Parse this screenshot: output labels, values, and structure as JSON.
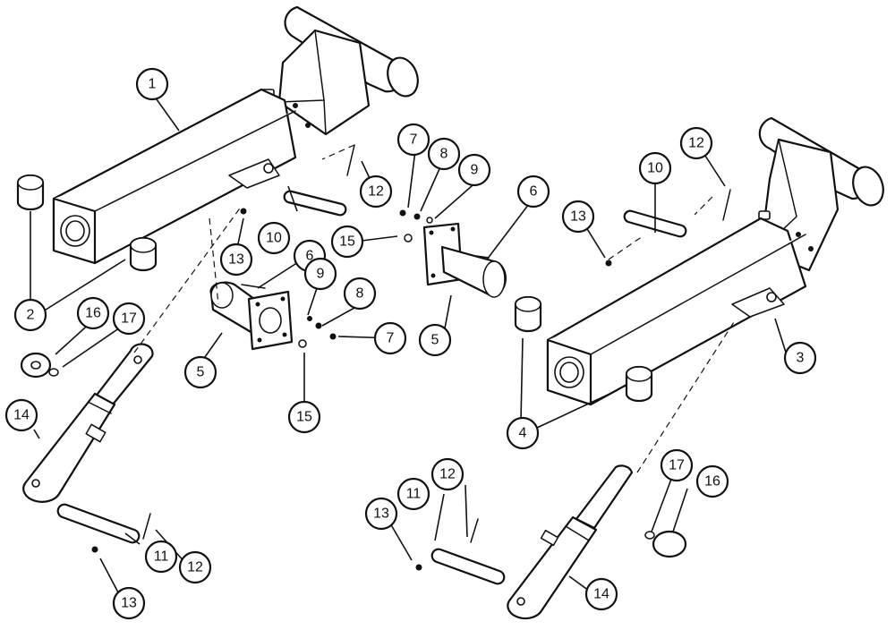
{
  "callouts": [
    {
      "id": "c1",
      "label": "1"
    },
    {
      "id": "c2",
      "label": "2"
    },
    {
      "id": "c3",
      "label": "3"
    },
    {
      "id": "c4",
      "label": "4"
    },
    {
      "id": "c5a",
      "label": "5"
    },
    {
      "id": "c5b",
      "label": "5"
    },
    {
      "id": "c6a",
      "label": "6"
    },
    {
      "id": "c6b",
      "label": "6"
    },
    {
      "id": "c7a",
      "label": "7"
    },
    {
      "id": "c7b",
      "label": "7"
    },
    {
      "id": "c8a",
      "label": "8"
    },
    {
      "id": "c8b",
      "label": "8"
    },
    {
      "id": "c9a",
      "label": "9"
    },
    {
      "id": "c9b",
      "label": "9"
    },
    {
      "id": "c10a",
      "label": "10"
    },
    {
      "id": "c10b",
      "label": "10"
    },
    {
      "id": "c11a",
      "label": "11"
    },
    {
      "id": "c11b",
      "label": "11"
    },
    {
      "id": "c12a",
      "label": "12"
    },
    {
      "id": "c12b",
      "label": "12"
    },
    {
      "id": "c12c",
      "label": "12"
    },
    {
      "id": "c12d",
      "label": "12"
    },
    {
      "id": "c13a",
      "label": "13"
    },
    {
      "id": "c13b",
      "label": "13"
    },
    {
      "id": "c13c",
      "label": "13"
    },
    {
      "id": "c13d",
      "label": "13"
    },
    {
      "id": "c14a",
      "label": "14"
    },
    {
      "id": "c14b",
      "label": "14"
    },
    {
      "id": "c15a",
      "label": "15"
    },
    {
      "id": "c15b",
      "label": "15"
    },
    {
      "id": "c16a",
      "label": "16"
    },
    {
      "id": "c16b",
      "label": "16"
    },
    {
      "id": "c17a",
      "label": "17"
    },
    {
      "id": "c17b",
      "label": "17"
    }
  ]
}
